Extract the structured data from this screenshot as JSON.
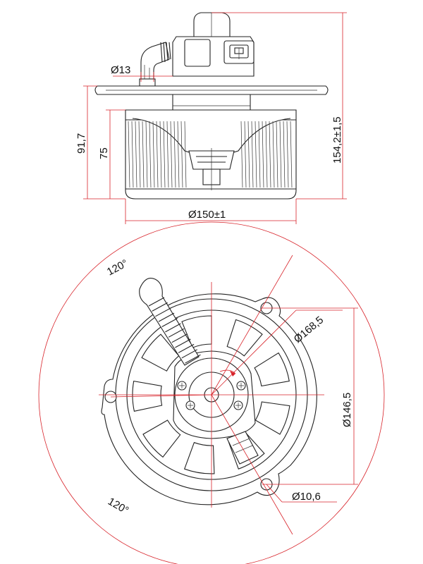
{
  "dimensions": {
    "inlet_diameter": "Ø13",
    "overall_height": "154,2±1,5",
    "flange_height": "91,7",
    "wheel_height": "75",
    "wheel_diameter": "Ø150±1",
    "angle_top": "120°",
    "angle_bottom": "120°",
    "mount_circle_diameter": "Ø168,5",
    "flange_diameter": "Ø146,5",
    "hole_diameter": "Ø10,6"
  },
  "colors": {
    "dimension_line": "#d8232a",
    "outline": "#222222"
  }
}
